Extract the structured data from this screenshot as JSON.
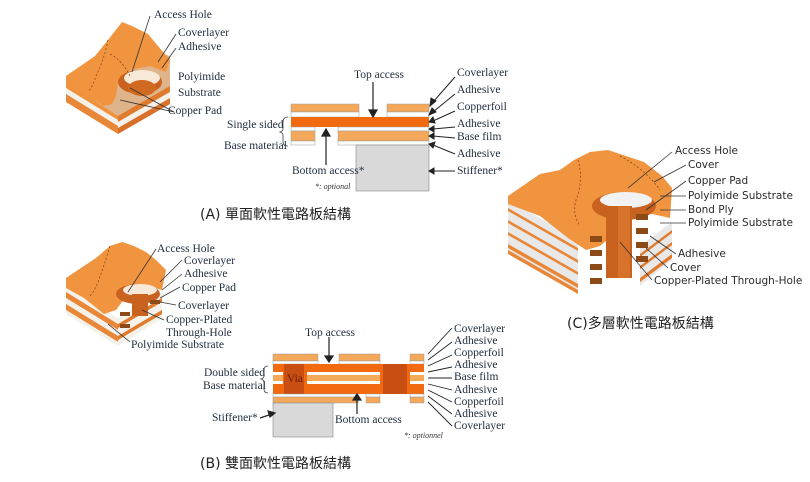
{
  "colors": {
    "copper_light": "#f4a95a",
    "copper_dark": "#f26a0f",
    "copper_via": "#c94e12",
    "adhesive": "#ffffff",
    "stiffener": "#d9d9d9",
    "outline": "#8a8a8a",
    "body_orange": "#f0913c",
    "body_orange_dark": "#cf6b25",
    "substrate_white": "#e8e8e8"
  },
  "panel_a": {
    "caption": "(A) 單面軟性電路板結構",
    "iso_labels": [
      "Access Hole",
      "Coverlayer",
      "Adhesive",
      "Polyimide",
      "Substrate",
      "Copper Pad"
    ],
    "top_access": "Top access",
    "bottom_access": "Bottom access*",
    "optional_note": "*: optional",
    "base_label_1": "Single sided",
    "base_label_2": "Base material",
    "layer_labels": [
      "Coverlayer",
      "Adhesive",
      "Copperfoil",
      "Adhesive",
      "Base film",
      "Adhesive",
      "Stiffener*"
    ]
  },
  "panel_b": {
    "caption": "(B) 雙面軟性電路板結構",
    "iso_labels": [
      "Access Hole",
      "Coverlayer",
      "Adhesive",
      "Copper Pad",
      "Coverlayer",
      "Copper-Plated",
      "Through-Hole",
      "Polyimide Substrate"
    ],
    "top_access": "Top access",
    "bottom_access": "Bottom access",
    "via_label": "Via",
    "stiffener_label": "Stiffener*",
    "optional_note": "*: optionnel",
    "base_label_1": "Double sided",
    "base_label_2": "Base material",
    "layer_labels": [
      "Coverlayer",
      "Adhesive",
      "Copperfoil",
      "Adhesive",
      "Base film",
      "Adhesive",
      "Copperfoil",
      "Adhesive",
      "Coverlayer"
    ]
  },
  "panel_c": {
    "caption": "(C)多層軟性電路板結構",
    "iso_labels": [
      "Access Hole",
      "Cover",
      "Copper Pad",
      "Polyimide Substrate",
      "Bond Ply",
      "Polyimide Substrate",
      "Adhesive",
      "Cover",
      "Copper-Plated Through-Hole"
    ]
  }
}
